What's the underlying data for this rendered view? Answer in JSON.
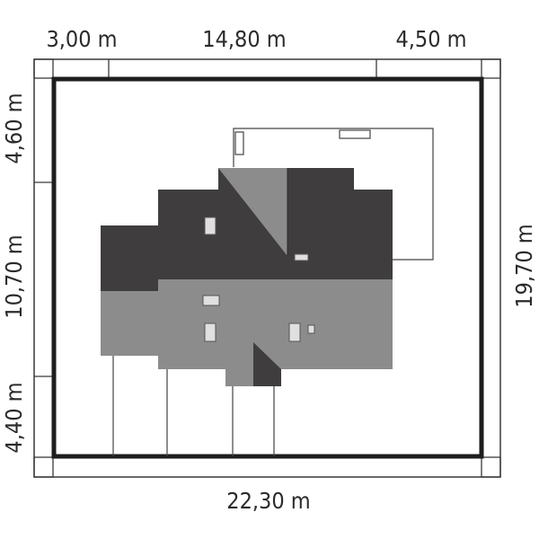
{
  "dimensions": {
    "top": [
      "3,00 m",
      "14,80 m",
      "4,50 m"
    ],
    "left": [
      "4,60 m",
      "10,70 m",
      "4,40 m"
    ],
    "right": "19,70 m",
    "bottom": "22,30 m"
  },
  "colors": {
    "roof_dark": "#3f3d3e",
    "roof_light": "#8c8c8c",
    "plot_border": "#1e1e1e",
    "dimension_line": "#3a3a3a"
  }
}
